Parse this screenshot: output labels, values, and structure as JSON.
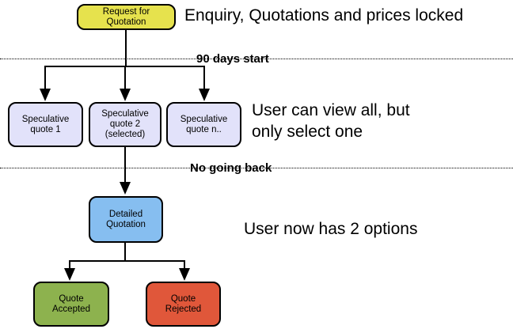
{
  "diagram": {
    "title_note": "Quotation process flowchart",
    "nodes": {
      "request": {
        "label": "Request for\nQuotation",
        "fill": "#E6E24D"
      },
      "spec1": {
        "label": "Speculative\nquote 1",
        "fill": "#E2E2FA"
      },
      "spec2": {
        "label": "Speculative\nquote 2\n(selected)",
        "fill": "#E2E2FA"
      },
      "specn": {
        "label": "Speculative\nquote n..",
        "fill": "#E2E2FA"
      },
      "detailed": {
        "label": "Detailed\nQuotation",
        "fill": "#86BEF0"
      },
      "accepted": {
        "label": "Quote\nAccepted",
        "fill": "#8DB24E"
      },
      "rejected": {
        "label": "Quote\nRejected",
        "fill": "#E0573A"
      }
    },
    "phase_labels": {
      "days_start": "90 days start",
      "no_going_back": "No going back"
    },
    "annotations": {
      "top": "Enquiry, Quotations and prices locked",
      "middle": "User can view all, but\nonly select one",
      "bottom": "User now has 2 options"
    },
    "colors": {
      "border": "#000000",
      "connector": "#000000",
      "phase_line": "#000000",
      "background": "#ffffff"
    }
  }
}
